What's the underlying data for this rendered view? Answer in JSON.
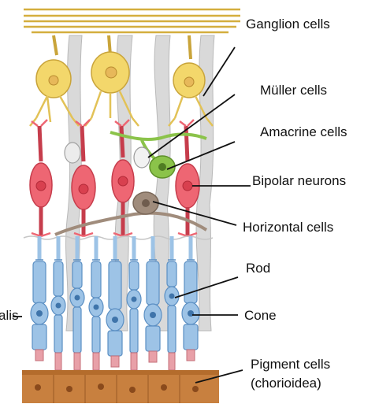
{
  "figure": {
    "labels": {
      "ganglion": "Ganglion cells",
      "muller": "Müller cells",
      "amacrine": "Amacrine cells",
      "bipolar": "Bipolar neurons",
      "horizontal": "Horizontal cells",
      "rod": "Rod",
      "cone": "Cone",
      "pigment_1": "Pigment cells",
      "pigment_2": "(chorioidea)"
    },
    "cut_off_text": "alis"
  },
  "colors": {
    "ganglion": "#f3d76b",
    "muller": "#d9d9d9",
    "amacrine": "#8bc34a",
    "bipolar": "#ee6673",
    "horizontal": "#a08c7c",
    "photoreceptor": "#9dc3e6",
    "pigment": "#c8803f",
    "fiber": "#dcb84a"
  }
}
